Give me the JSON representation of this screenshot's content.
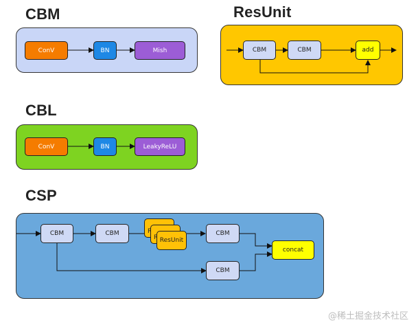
{
  "colors": {
    "cbm_panel": "#c9d6f7",
    "resunit_panel": "#ffc700",
    "cbl_panel": "#7ed321",
    "csp_panel": "#6aa8dc",
    "conv": "#f57c00",
    "bn": "#1e88e5",
    "activation": "#9c5dd6",
    "cbm_node": "#cfd9f5",
    "add": "#ffff00",
    "resunit_node": "#ffc107"
  },
  "cbm_section": {
    "title": "CBM",
    "nodes": [
      "ConV",
      "BN",
      "Mish"
    ]
  },
  "resunit_section": {
    "title": "ResUnit",
    "nodes": [
      "CBM",
      "CBM",
      "add"
    ]
  },
  "cbl_section": {
    "title": "CBL",
    "nodes": [
      "ConV",
      "BN",
      "LeakyReLU"
    ]
  },
  "csp_section": {
    "title": "CSP",
    "nodes": {
      "cbm1": "CBM",
      "cbm2": "CBM",
      "resunit_stack_1": "R",
      "resunit_stack_2": "R",
      "resunit": "ResUnit",
      "cbm3": "CBM",
      "cbm4": "CBM",
      "concat": "concat"
    }
  },
  "watermark": "@稀土掘金技术社区"
}
